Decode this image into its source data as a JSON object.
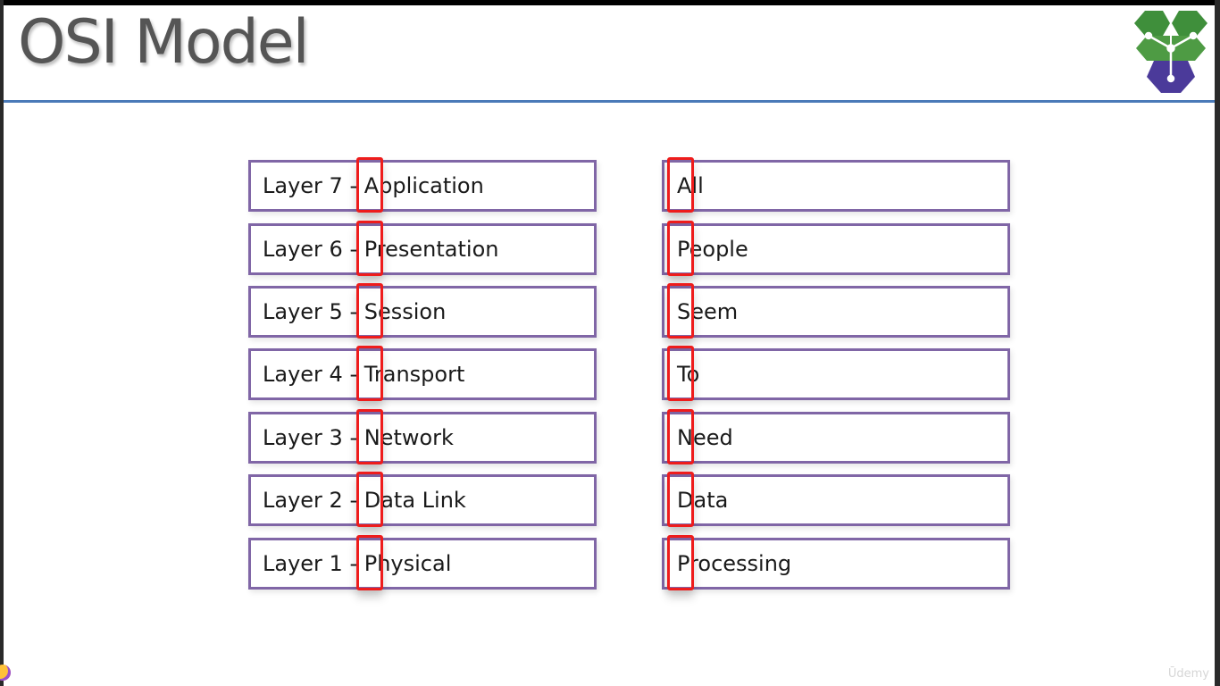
{
  "slide": {
    "title": "OSI Model",
    "logo_icon": "tri-hexagon-network-logo",
    "watermark": "Ūdemy",
    "rule_color": "#4a7ab8",
    "box_border_color": "#8066a6",
    "highlight_color": "#ee1c1c"
  },
  "layers": [
    {
      "label": "Layer 7 - Application",
      "mnemonic": "All"
    },
    {
      "label": "Layer 6 - Presentation",
      "mnemonic": "People"
    },
    {
      "label": "Layer 5 - Session",
      "mnemonic": "Seem"
    },
    {
      "label": "Layer 4 - Transport",
      "mnemonic": "To"
    },
    {
      "label": "Layer 3 - Network",
      "mnemonic": "Need"
    },
    {
      "label": "Layer 2 - Data Link",
      "mnemonic": "Data"
    },
    {
      "label": "Layer 1 - Physical",
      "mnemonic": "Processing"
    }
  ]
}
